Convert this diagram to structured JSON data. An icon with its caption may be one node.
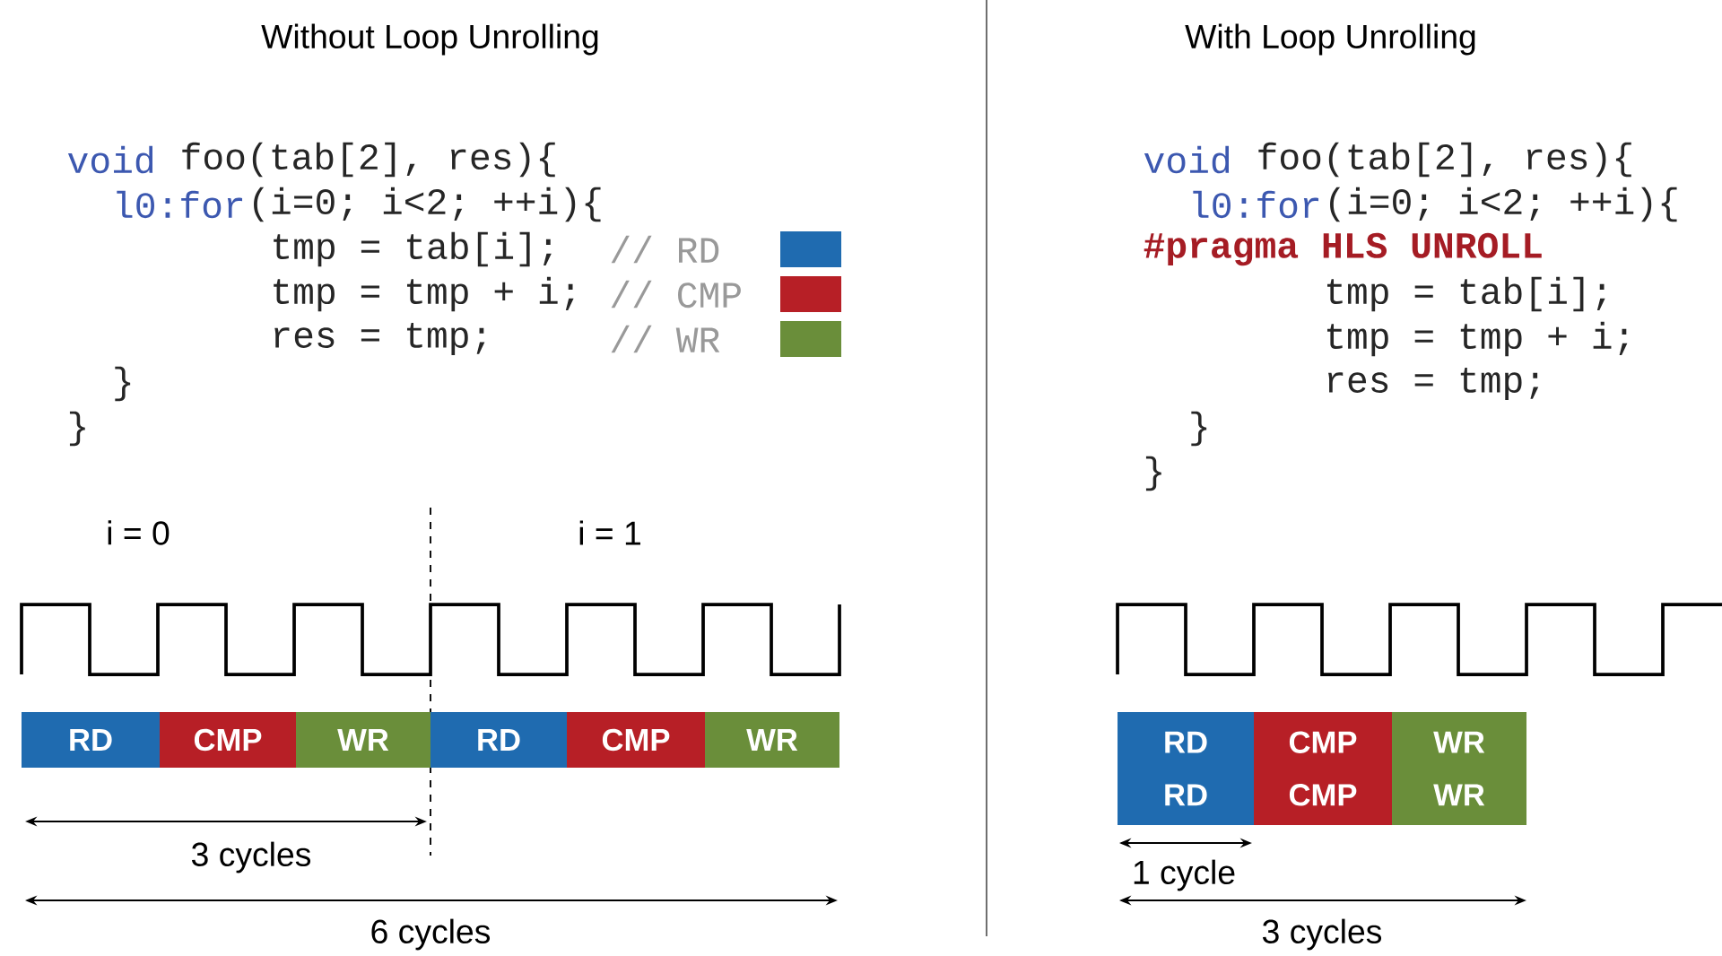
{
  "diagram": {
    "nodes": [
      {
        "text": [
          "RD"
        ]
      },
      {
        "text": [
          "CMP"
        ]
      },
      {
        "text": [
          "WR"
        ]
      },
      {
        "text": [
          "RD"
        ]
      },
      {
        "text": [
          "CMP"
        ]
      },
      {
        "text": [
          "WR"
        ]
      },
      {
        "text": [
          "RD",
          "RD"
        ]
      },
      {
        "text": [
          "CMP",
          "CMP"
        ]
      },
      {
        "text": [
          "WR",
          "WR"
        ]
      }
    ],
    "labels": [
      "Without Loop Unrolling",
      "void",
      "foo(tab[2], res){",
      "l0:for",
      "(i=0; i<2; ++i){",
      "tmp = tab[i];",
      "tmp = tmp + i;",
      "res = tmp;",
      "}",
      "}",
      "i = 0",
      "i = 1",
      "3 cycles",
      "6 cycles",
      "With Loop Unrolling",
      "void",
      "foo(tab[2], res){",
      "l0:for",
      "(i=0; i<2; ++i){",
      "#pragma HLS UNROLL",
      "tmp = tab[i];",
      "tmp = tmp + i;",
      "res = tmp;",
      "}",
      "}",
      "1 cycle",
      "3 cycles"
    ],
    "legend": [
      {
        "text": "// RD",
        "color": "#1f6bb0"
      },
      {
        "text": "// CMP",
        "color": "#b71f26"
      },
      {
        "text": "// WR",
        "color": "#6a8e3a"
      }
    ]
  }
}
